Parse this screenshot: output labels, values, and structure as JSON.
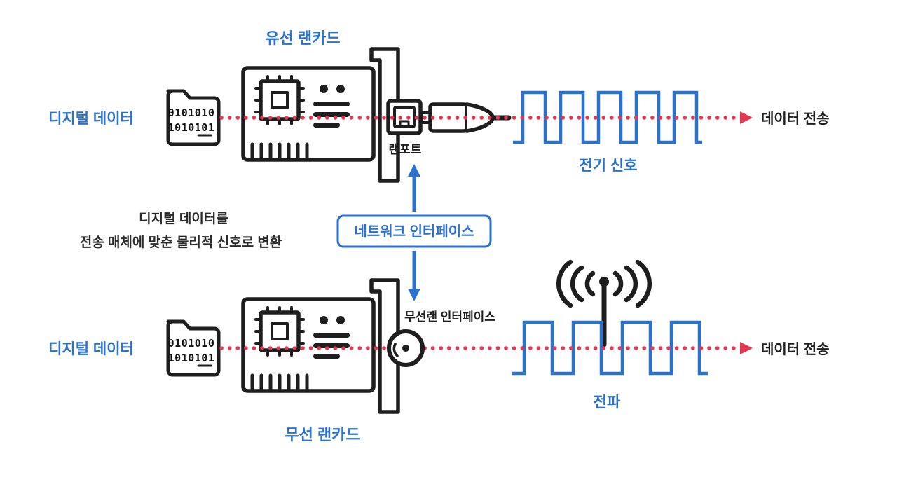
{
  "colors": {
    "accent_blue": "#2b72cc",
    "signal_red": "#e5374f",
    "line_black": "#1e1e1e"
  },
  "top": {
    "title": "유선 랜카드",
    "digital_data": "디지털 데이터",
    "binary": {
      "line1": "0101010",
      "line2": "1010101"
    },
    "lan_port": "랜포트",
    "signal": "전기 신호",
    "transmission": "데이터 전송"
  },
  "middle": {
    "desc1": "디지털 데이터를",
    "desc2": "전송 매체에 맞춘 물리적 신호로 변환",
    "interface_box": "네트워크 인터페이스"
  },
  "bottom": {
    "title": "무선 랜카드",
    "digital_data": "디지털 데이터",
    "binary": {
      "line1": "0101010",
      "line2": "1010101"
    },
    "wireless_interface": "무선랜 인터페이스",
    "signal": "전파",
    "transmission": "데이터 전송"
  }
}
